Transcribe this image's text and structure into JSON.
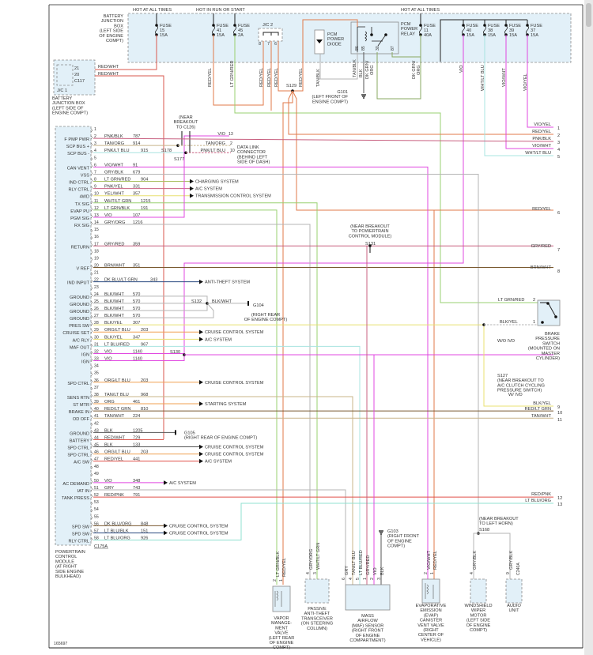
{
  "diagram_id": "165697",
  "colors": {
    "RED": "#e0504a",
    "REDWHT": "#d9574e",
    "REDYEL": "#e07a4a",
    "ORG": "#f0a050",
    "VIO": "#e048e0",
    "LTGRN": "#98d070",
    "LTGRNRED": "#a8c060",
    "GRY": "#b4b4b4",
    "LTBLU": "#a8e4e0",
    "YEL": "#e8e070",
    "BLK": "#555555",
    "BRN": "#7a5a30",
    "PNK": "#c86080",
    "TAN": "#c8b48a",
    "DKBLU": "#2a4a80",
    "DKGRN": "#8aa860",
    "LTBLUORG": "#90e0d0",
    "box": "#e2f0f8",
    "boxline": "#8a8a8a"
  },
  "top": {
    "hot1": "HOT AT ALL TIMES",
    "hot2": "HOT IN RUN OR START",
    "hot3": "HOT AT ALL TIMES",
    "bjb": [
      "BATTERY",
      "JUNCTION",
      "BOX",
      "(LEFT SIDE",
      "OF ENGINE",
      "COMPT)"
    ],
    "fuses": [
      {
        "label": "FUSE",
        "num": "15",
        "amp": "15A"
      },
      {
        "label": "FUSE",
        "num": "41",
        "amp": "15A"
      },
      {
        "label": "FUSE",
        "num": "45",
        "amp": "2A"
      },
      {
        "label": "FUSE",
        "num": "11",
        "amp": "40A"
      },
      {
        "label": "FUSE",
        "num": "40",
        "amp": "15A"
      },
      {
        "label": "FUSE",
        "num": "38",
        "amp": "15A"
      },
      {
        "label": "FUSE",
        "num": "39",
        "amp": "15A"
      },
      {
        "label": "FUSE",
        "num": "37",
        "amp": "15A"
      }
    ],
    "jc2": "J/C 2",
    "jc2_pins": [
      "8",
      "7",
      "6"
    ],
    "diode": [
      "PCM",
      "POWER",
      "DIODE"
    ],
    "relay": [
      "PCM",
      "POWER",
      "RELAY"
    ],
    "relay_pins": [
      "86",
      "85",
      "30",
      "87"
    ],
    "wires": [
      "RED/YEL",
      "LT GRN/RED",
      "RED/YEL",
      "RED/YEL",
      "RED/YEL",
      "RED/YEL",
      "TAN/BLK",
      "TAN/BLK",
      "BLK",
      "DK GRN/",
      "ORG",
      "DK GRN/",
      "ORG",
      "VIO",
      "WHT/LT BLU",
      "VIO/WHT",
      "VIO/YEL"
    ],
    "s129": "S129",
    "g101": [
      "G101",
      "(LEFT FRONT OF",
      "ENGINE COMPT)"
    ]
  },
  "jc1": {
    "pins": [
      "21",
      "20"
    ],
    "wires": [
      "RED/WHT",
      "RED/WHT"
    ],
    "conn": "C117",
    "name": "J/C 1",
    "desc": [
      "BATTERY",
      "JUNCTION BOX",
      "(LEFT SIDE OF",
      "ENGINE COMPT)"
    ]
  },
  "pcm": {
    "connector": "C175A",
    "desc": [
      "POWERTRAIN",
      "CONTROL",
      "MODULE",
      "(AT RIGHT",
      "SIDE ENGINE",
      "BULKHEAD)"
    ],
    "pins": [
      {
        "pin": "1",
        "name": "",
        "color": "",
        "circuit": ""
      },
      {
        "pin": "2",
        "name": "F PMP PWR",
        "color": "PNK/BLK",
        "circuit": "787"
      },
      {
        "pin": "3",
        "name": "SCP BUS +",
        "color": "TAN/ORG",
        "circuit": "914"
      },
      {
        "pin": "4",
        "name": "SCP BUS -",
        "color": "PNK/LT BLU",
        "circuit": "915"
      },
      {
        "pin": "5",
        "name": "",
        "color": "",
        "circuit": ""
      },
      {
        "pin": "6",
        "name": "CAN VENT",
        "color": "VIO/WHT",
        "circuit": "91"
      },
      {
        "pin": "7",
        "name": "VSS",
        "color": "GRY/BLK",
        "circuit": "679"
      },
      {
        "pin": "8",
        "name": "IND CTRL",
        "color": "LT GRN/RED",
        "circuit": "904"
      },
      {
        "pin": "9",
        "name": "RLY CTRL",
        "color": "PNK/YEL",
        "circuit": "331"
      },
      {
        "pin": "10",
        "name": "4WD",
        "color": "YEL/WHT",
        "circuit": "357"
      },
      {
        "pin": "11",
        "name": "TX SIG",
        "color": "WHT/LT GRN",
        "circuit": "1215"
      },
      {
        "pin": "12",
        "name": "EVAP PU",
        "color": "LT GRN/BLK",
        "circuit": "191"
      },
      {
        "pin": "13",
        "name": "PGM SIG",
        "color": "VIO",
        "circuit": "107"
      },
      {
        "pin": "14",
        "name": "RX SIG",
        "color": "GRY/ORG",
        "circuit": "1216"
      },
      {
        "pin": "15",
        "name": "",
        "color": "",
        "circuit": ""
      },
      {
        "pin": "16",
        "name": "",
        "color": "",
        "circuit": ""
      },
      {
        "pin": "17",
        "name": "RETURN",
        "color": "GRY/RED",
        "circuit": "359"
      },
      {
        "pin": "18",
        "name": "",
        "color": "",
        "circuit": ""
      },
      {
        "pin": "19",
        "name": "",
        "color": "",
        "circuit": ""
      },
      {
        "pin": "20",
        "name": "V REF",
        "color": "BRN/WHT",
        "circuit": "351"
      },
      {
        "pin": "21",
        "name": "",
        "color": "",
        "circuit": ""
      },
      {
        "pin": "22",
        "name": "IND INPUT",
        "color": "DK BLU/LT GRN",
        "circuit": "343"
      },
      {
        "pin": "23",
        "name": "",
        "color": "",
        "circuit": ""
      },
      {
        "pin": "24",
        "name": "GROUND",
        "color": "BLK/WHT",
        "circuit": "570"
      },
      {
        "pin": "25",
        "name": "GROUND",
        "color": "BLK/WHT",
        "circuit": "570"
      },
      {
        "pin": "26",
        "name": "GROUND",
        "color": "BLK/WHT",
        "circuit": "570"
      },
      {
        "pin": "27",
        "name": "GROUND",
        "color": "BLK/WHT",
        "circuit": "570"
      },
      {
        "pin": "28",
        "name": "PRES SW",
        "color": "BLK/YEL",
        "circuit": "307"
      },
      {
        "pin": "29",
        "name": "CRUISE SET",
        "color": "ORG/LT BLU",
        "circuit": "203"
      },
      {
        "pin": "30",
        "name": "A/C RLY",
        "color": "BLK/YEL",
        "circuit": "347"
      },
      {
        "pin": "31",
        "name": "MAF OUT",
        "color": "LT BLU/RED",
        "circuit": "967"
      },
      {
        "pin": "32",
        "name": "IGN",
        "color": "VIO",
        "circuit": "1140"
      },
      {
        "pin": "33",
        "name": "IGN",
        "color": "VIO",
        "circuit": "1140"
      },
      {
        "pin": "34",
        "name": "",
        "color": "",
        "circuit": ""
      },
      {
        "pin": "35",
        "name": "",
        "color": "",
        "circuit": ""
      },
      {
        "pin": "36",
        "name": "SPD CTRL",
        "color": "ORG/LT BLU",
        "circuit": "203"
      },
      {
        "pin": "37",
        "name": "",
        "color": "",
        "circuit": ""
      },
      {
        "pin": "38",
        "name": "SENS RTN",
        "color": "TAN/LT BLU",
        "circuit": "968"
      },
      {
        "pin": "39",
        "name": "ST MTR",
        "color": "ORG",
        "circuit": "461"
      },
      {
        "pin": "40",
        "name": "BRAKE IN",
        "color": "RED/LT GRN",
        "circuit": "810"
      },
      {
        "pin": "41",
        "name": "OD OFF",
        "color": "TAN/WHT",
        "circuit": "224"
      },
      {
        "pin": "42",
        "name": "",
        "color": "",
        "circuit": ""
      },
      {
        "pin": "43",
        "name": "GROUND",
        "color": "BLK",
        "circuit": "1205"
      },
      {
        "pin": "44",
        "name": "BATTERY",
        "color": "RED/WHT",
        "circuit": "729"
      },
      {
        "pin": "45",
        "name": "SPD CTRL",
        "color": "BLK",
        "circuit": "133"
      },
      {
        "pin": "46",
        "name": "SPD CTRL",
        "color": "ORG/LT BLU",
        "circuit": "203"
      },
      {
        "pin": "47",
        "name": "A/C SW",
        "color": "RED/YEL",
        "circuit": "441"
      },
      {
        "pin": "48",
        "name": "",
        "color": "",
        "circuit": ""
      },
      {
        "pin": "49",
        "name": "",
        "color": "",
        "circuit": ""
      },
      {
        "pin": "50",
        "name": "AC DEMAND",
        "color": "VIO",
        "circuit": "348"
      },
      {
        "pin": "51",
        "name": "IAT IN",
        "color": "GRY",
        "circuit": "743"
      },
      {
        "pin": "52",
        "name": "TANK PRESS",
        "color": "RED/PNK",
        "circuit": "791"
      },
      {
        "pin": "53",
        "name": "",
        "color": "",
        "circuit": ""
      },
      {
        "pin": "54",
        "name": "",
        "color": "",
        "circuit": ""
      },
      {
        "pin": "55",
        "name": "",
        "color": "",
        "circuit": ""
      },
      {
        "pin": "56",
        "name": "SPD SW",
        "color": "DK BLU/ORG",
        "circuit": "848"
      },
      {
        "pin": "57",
        "name": "SPD SW",
        "color": "LT BLU/BLK",
        "circuit": "151"
      },
      {
        "pin": "58",
        "name": "RLY CTRL",
        "color": "LT BLU/ORG",
        "circuit": "926"
      }
    ]
  },
  "systems": {
    "charging": "CHARGING SYSTEM",
    "ac": "A/C SYSTEM",
    "trans": "TRANSMISSION CONTROL SYSTEM",
    "antitheft": "ANTI-THEFT SYSTEM",
    "cruise": "CRUISE CONTROL SYSTEM",
    "starting": "STARTING SYSTEM"
  },
  "dlc": {
    "breakout": [
      "(NEAR",
      "BREAKOUT",
      "TO C126)"
    ],
    "s178": "S178",
    "s177": "S177",
    "wires": [
      {
        "color": "TAN/ORG",
        "pin": "2"
      },
      {
        "color": "PNK/LT BLU",
        "pin": "10"
      },
      {
        "color": "VIO",
        "pin": "13"
      }
    ],
    "desc": [
      "DATA LINK",
      "CONNECTOR",
      "(BEHIND LEFT",
      "SIDE OF DASH)"
    ]
  },
  "grounds": {
    "s132": "S132",
    "s132_wire": "BLK/WHT",
    "g104": [
      "G104",
      "(RIGHT REAR",
      "OF ENGINE COMPT)"
    ],
    "s130": "S130",
    "g105": [
      "G105",
      "(RIGHT REAR OF ENGINE COMPT)"
    ],
    "g103": [
      "G103",
      "(RIGHT FRONT",
      "OF ENGINE",
      "COMPT)"
    ],
    "s131_desc": [
      "(NEAR BREAKOUT",
      "TO POWERTRAIN",
      "CONTROL MODULE)"
    ],
    "s131": "S131"
  },
  "right_edge": [
    {
      "color": "VIO/YEL",
      "num": "1"
    },
    {
      "color": "RED/YEL",
      "num": "2"
    },
    {
      "color": "PNK/BLK",
      "num": "3"
    },
    {
      "color": "VIO/WHT",
      "num": "4"
    },
    {
      "color": "WHT/LT BLU",
      "num": "5"
    },
    {
      "color": "RED/YEL",
      "num": "6"
    },
    {
      "color": "GRY/RED",
      "num": "7"
    },
    {
      "color": "BRN/WHT",
      "num": "8"
    },
    {
      "color": "BLK/YEL",
      "num": "9"
    },
    {
      "color": "RED/LT GRN",
      "num": "10"
    },
    {
      "color": "TAN/WHT",
      "num": "11"
    },
    {
      "color": "RED/PNK",
      "num": "12"
    },
    {
      "color": "LT BLU/ORG",
      "num": "13"
    }
  ],
  "brake": {
    "wires": [
      {
        "color": "LT GRN/RED",
        "pin": "2"
      },
      {
        "color": "BLK/YEL",
        "pin": "1"
      }
    ],
    "desc": [
      "BRAKE",
      "PRESSURE",
      "SWITCH",
      "(MOUNTED ON",
      "MASTER",
      "CYLINDER)"
    ],
    "wo_ivd": "W/O IVD",
    "w_ivd": "W/ IVD",
    "s127": [
      "S127",
      "(NEAR BREAKOUT TO",
      "A/C CLUTCH CYCLING",
      "PRESSURE SWITCH)"
    ]
  },
  "horn": {
    "desc": [
      "(NEAR BREAKOUT",
      "TO LEFT HORN)"
    ],
    "s168": "S168"
  },
  "components": {
    "vapor": {
      "pins": [
        {
          "n": "2",
          "c": "LT GRN/BLK"
        },
        {
          "n": "1",
          "c": "RED/YEL"
        }
      ],
      "desc": [
        "VAPOR",
        "MANAGE-",
        "MENT",
        "VALVE",
        "(LEFT REAR",
        "OF ENGINE",
        "COMPT)"
      ]
    },
    "antitheft": {
      "pins": [
        {
          "n": "4",
          "c": "GRY/ORG"
        },
        {
          "n": "3",
          "c": "WHT/LT GRN"
        }
      ],
      "desc": [
        "PASSIVE",
        "ANTI-THEFT",
        "TRANSCEIVER",
        "(ON STEERING",
        "COLUMN)"
      ]
    },
    "maf": {
      "pins": [
        {
          "n": "6",
          "c": "GRY"
        },
        {
          "n": "4",
          "c": "TAN/LT BLU"
        },
        {
          "n": "5",
          "c": "LT BLU/RED"
        },
        {
          "n": "1",
          "c": "GRY/RED"
        },
        {
          "n": "2",
          "c": "VIO"
        },
        {
          "n": "3",
          "c": "BLK"
        }
      ],
      "desc": [
        "MASS",
        "AIRFLOW",
        "(MAF) SENSOR",
        "(RIGHT FRONT",
        "OF ENGINE",
        "COMPARTMENT)"
      ]
    },
    "evap": {
      "pins": [
        {
          "n": "2",
          "c": "VIO/WHT"
        },
        {
          "n": "1",
          "c": "RED/YEL"
        }
      ],
      "desc": [
        "EVAPORATIVE",
        "EMISSION",
        "(EVAP)",
        "CANISTER",
        "VENT VALVE",
        "(RIGHT",
        "CENTER OF",
        "VEHICLE)"
      ]
    },
    "wiper": {
      "pins": [
        {
          "n": "4",
          "c": "GRY/BLK"
        }
      ],
      "desc": [
        "WINDSHIELD",
        "WIPER",
        "MOTOR",
        "(LEFT SIDE",
        "OF ENGINE",
        "COMPT)"
      ]
    },
    "audio": {
      "pins": [
        {
          "n": "9",
          "c": "GRY/BLK"
        }
      ],
      "conn": "C240A",
      "desc": [
        "AUDIO",
        "UNIT"
      ]
    }
  }
}
